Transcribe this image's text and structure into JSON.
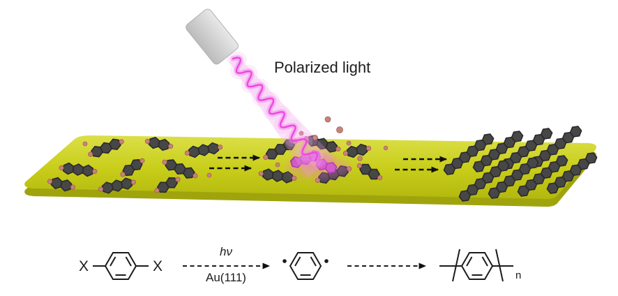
{
  "figure": {
    "light_label": "Polarized light",
    "colors": {
      "substrate_top": "#c8cd19",
      "substrate_side": "#9fa40c",
      "beam": "#ee49e0",
      "molecule": "#474747",
      "halogen_dot": "#c9827a",
      "arrow": "#101010"
    }
  },
  "scheme": {
    "reactant_left_substituent": "X",
    "reactant_right_substituent": "X",
    "step1_condition_top": "hν",
    "step1_condition_bottom": "Au(111)",
    "polymer_subscript": "n"
  }
}
